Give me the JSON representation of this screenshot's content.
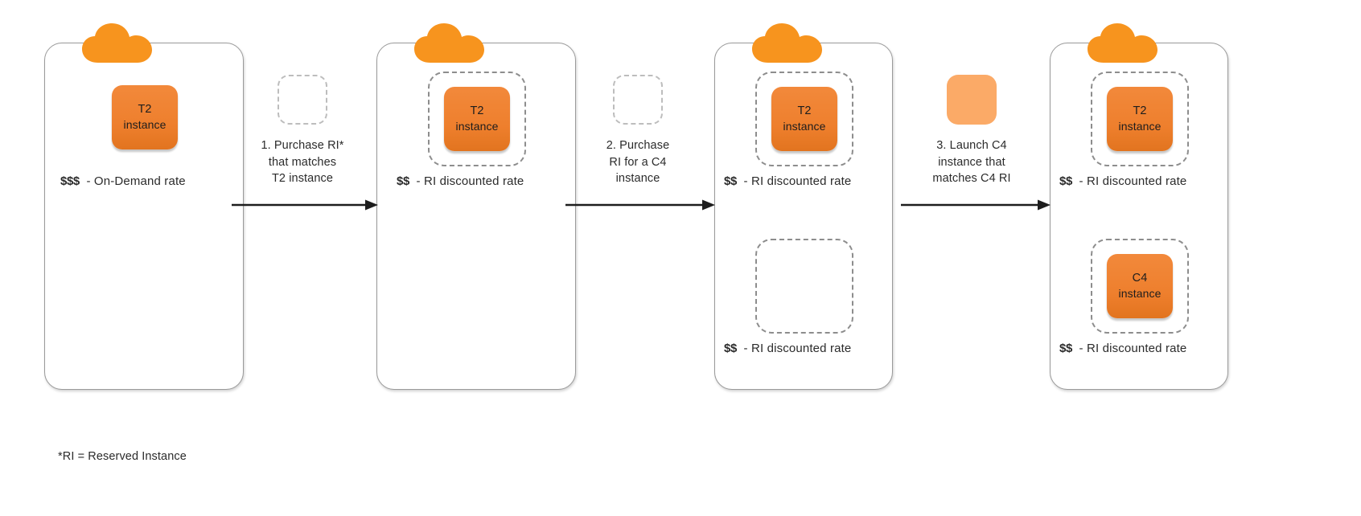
{
  "diagram": {
    "footnote": "*RI = Reserved Instance",
    "colors": {
      "instance_orange": "#ee7f2d",
      "cloud_orange": "#f7941e",
      "step_fill_orange": "#fbaa67",
      "panel_border": "#9a9a9a",
      "dashed_border": "#8d8d8d"
    }
  },
  "panels": [
    {
      "name": "panel-1",
      "cloud_label": "cloud-icon",
      "items": [
        {
          "instance_line1": "T2",
          "instance_line2": "instance",
          "reserved": false,
          "price_amount": "$$$",
          "price_label": "- On-Demand rate"
        }
      ]
    },
    {
      "name": "panel-2",
      "cloud_label": "cloud-icon",
      "items": [
        {
          "instance_line1": "T2",
          "instance_line2": "instance",
          "reserved": true,
          "price_amount": "$$",
          "price_label": "- RI discounted rate"
        }
      ]
    },
    {
      "name": "panel-3",
      "cloud_label": "cloud-icon",
      "items": [
        {
          "instance_line1": "T2",
          "instance_line2": "instance",
          "reserved": true,
          "price_amount": "$$",
          "price_label": "- RI discounted rate"
        },
        {
          "instance_line1": "",
          "instance_line2": "",
          "reserved": true,
          "empty": true,
          "price_amount": "$$",
          "price_label": "- RI discounted rate"
        }
      ]
    },
    {
      "name": "panel-4",
      "cloud_label": "cloud-icon",
      "items": [
        {
          "instance_line1": "T2",
          "instance_line2": "instance",
          "reserved": true,
          "price_amount": "$$",
          "price_label": "- RI discounted rate"
        },
        {
          "instance_line1": "C4",
          "instance_line2": "instance",
          "reserved": true,
          "price_amount": "$$",
          "price_label": "- RI discounted rate"
        }
      ]
    }
  ],
  "steps": [
    {
      "name": "step-1",
      "shape": "dashed",
      "line1": "1. Purchase RI*",
      "line2": "that matches",
      "line3": "T2 instance"
    },
    {
      "name": "step-2",
      "shape": "dashed",
      "line1": "2. Purchase",
      "line2": "RI for a C4",
      "line3": "instance"
    },
    {
      "name": "step-3",
      "shape": "filled",
      "line1": "3. Launch C4",
      "line2": "instance that",
      "line3": "matches C4 RI"
    }
  ]
}
